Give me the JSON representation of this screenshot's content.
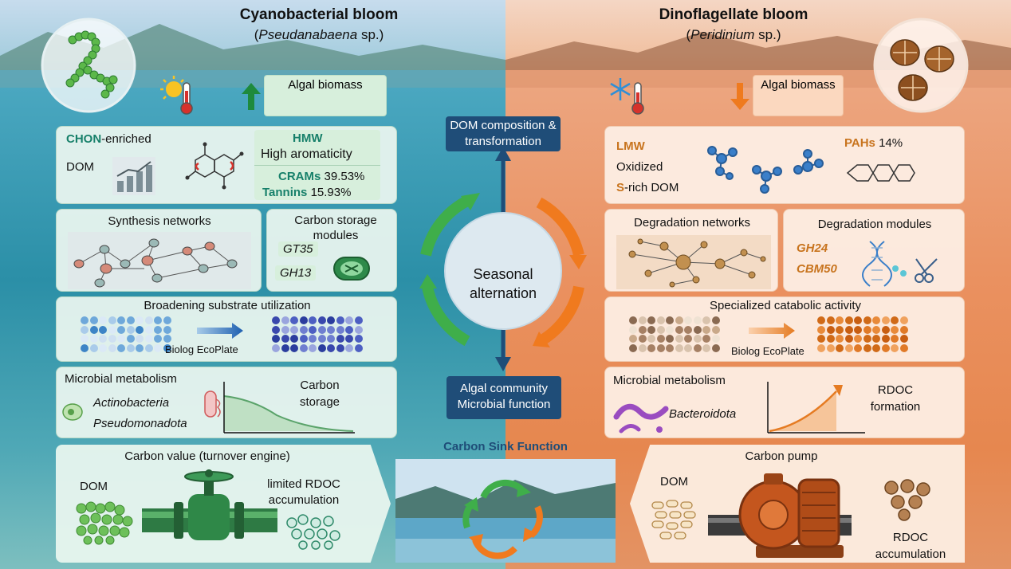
{
  "left": {
    "title": "Cyanobacterial bloom",
    "subtitle_pre": "(",
    "subtitle_genus": "Pseudanabaena",
    "subtitle_post": " sp.)",
    "biomass": "Algal biomass",
    "dom_chon": "CHON",
    "dom_enriched": "-enriched",
    "dom_label": "DOM",
    "hmw": "HMW",
    "high_arom": "High aromaticity",
    "crams_label": "CRAMs",
    "crams_value": "39.53%",
    "tannins_label": "Tannins",
    "tannins_value": "15.93%",
    "synthesis": "Synthesis networks",
    "carbon_storage_modules": "Carbon storage modules",
    "gt35": "GT35",
    "gh13": "GH13",
    "broadening": "Broadening substrate utilization",
    "biolog": "Biolog EcoPlate",
    "microbial_metabolism": "Microbial metabolism",
    "actino": "Actinobacteria",
    "pseudo": "Pseudomonadota",
    "carbon_storage": "Carbon storage",
    "carbon_value": "Carbon value (turnover engine)",
    "dom_bottom": "DOM",
    "limited": "limited RDOC accumulation"
  },
  "right": {
    "title": "Dinoflagellate bloom",
    "subtitle_pre": "(",
    "subtitle_genus": "Peridinium",
    "subtitle_post": " sp.)",
    "biomass": "Algal biomass",
    "lmw": "LMW",
    "oxidized": "Oxidized",
    "s": "S",
    "srich": "-rich DOM",
    "pahs": "PAHs",
    "pahs_value": "14%",
    "degradation_networks": "Degradation networks",
    "degradation_modules": "Degradation modules",
    "gh24": "GH24",
    "cbm50": "CBM50",
    "specialized": "Specialized catabolic activity",
    "biolog": "Biolog EcoPlate",
    "microbial_metabolism": "Microbial metabolism",
    "bacteroidota": "Bacteroidota",
    "rdoc_formation": "RDOC formation",
    "carbon_pump": "Carbon pump",
    "dom_bottom": "DOM",
    "rdoc_accum": "RDOC accumulation"
  },
  "center": {
    "dom_comp": "DOM composition & transformation",
    "seasonal": "Seasonal alternation",
    "algal_comm": "Algal community Microbial function",
    "carbon_sink": "Carbon Sink Function"
  },
  "colors": {
    "green_accent": "#3fae4a",
    "orange_accent": "#f07a1e",
    "navy": "#1f4d78"
  }
}
